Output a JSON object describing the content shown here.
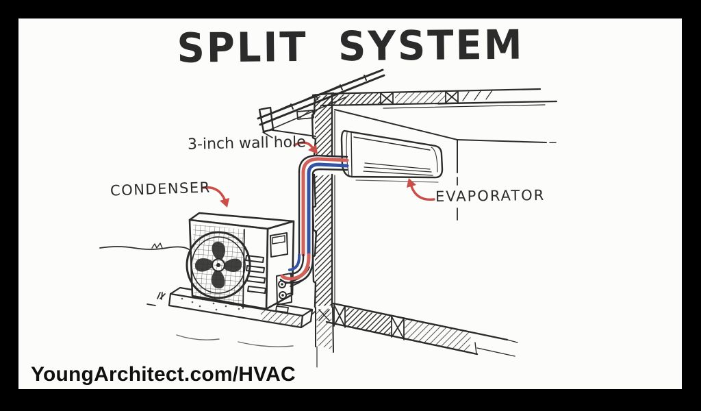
{
  "title": "SPLIT SYSTEM",
  "labels": {
    "wall_hole": {
      "text": "3-inch wall hole",
      "arrow_icon": "curved-arrow-down-right"
    },
    "condenser": {
      "text": "CONDENSER",
      "arrow_icon": "curved-arrow-down-right"
    },
    "evaporator": {
      "text": "EVAPORATOR",
      "arrow_icon": "curved-arrow-up-left"
    }
  },
  "footer": {
    "url": "YoungArchitect.com/HVAC"
  },
  "colors": {
    "ink": "#2b2b2b",
    "refrigerant_line_red": "#d2605b",
    "refrigerant_line_blue": "#3353a5",
    "annotation_red": "#cb4d47",
    "canvas": "#fcfcfb",
    "frame": "#000000"
  }
}
